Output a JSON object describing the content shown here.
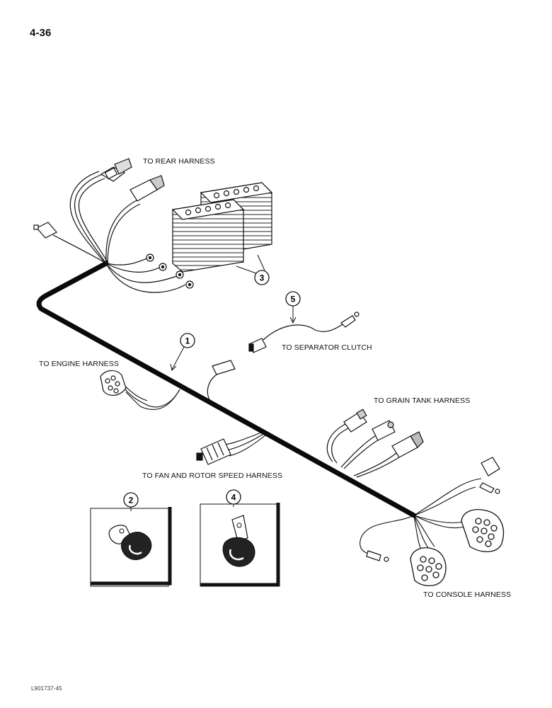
{
  "page": {
    "page_number": "4-36",
    "document_code": "L901737-45"
  },
  "labels": {
    "rear_harness": "TO REAR HARNESS",
    "engine_harness": "TO ENGINE HARNESS",
    "separator_clutch": "TO SEPARATOR CLUTCH",
    "grain_tank_harness": "TO GRAIN TANK HARNESS",
    "fan_rotor_harness": "TO FAN AND ROTOR SPEED HARNESS",
    "console_harness": "TO CONSOLE HARNESS"
  },
  "callouts": [
    {
      "number": "1"
    },
    {
      "number": "2"
    },
    {
      "number": "3"
    },
    {
      "number": "4"
    },
    {
      "number": "5"
    }
  ],
  "colors": {
    "line": "#111111",
    "harness": "#0a0a0a",
    "paper": "#ffffff"
  }
}
